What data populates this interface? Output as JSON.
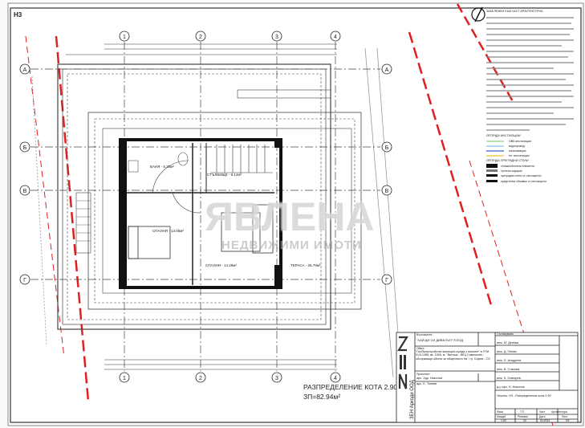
{
  "sheet_code": "Н3",
  "axes": {
    "columns": [
      "1",
      "2",
      "3",
      "4"
    ],
    "rows": [
      "А",
      "Б",
      "В",
      "Г"
    ]
  },
  "rooms": [
    {
      "label": "БАНЯ - 5.30м²"
    },
    {
      "label": "СТЪЛБИЩЕ - 6.14м²"
    },
    {
      "label": "СПАЛНЯ - 13.05м²"
    },
    {
      "label": "СПАЛНЯ - 14.29м²"
    },
    {
      "label": "ТЕРАСА - 26.79м²"
    }
  ],
  "drawing_title": {
    "line1": "РАЗПРЕДЕЛЕНИЕ КОТА 2.90,",
    "line2": "ЗП=82.94м²"
  },
  "watermark": {
    "line1": "ЯВЛЕНА",
    "line2": "НЕДВИЖИМИ ИМОТИ"
  },
  "notes": {
    "heading": "ЗАБЕЛЕЖКИ КЪМ ЧАСТ АРХИТЕКТУРНА",
    "legend_install_heading": "ЛЕГЕНДА ИНСТАЛАЦИИ",
    "legend_install": [
      {
        "label": "ОВК инсталации",
        "color": "#9fd89a"
      },
      {
        "label": "водопровод",
        "color": "#8fd0f0"
      },
      {
        "label": "канализация",
        "color": "#5a7ad8"
      },
      {
        "label": "ел. инсталации",
        "color": "#f0c850"
      }
    ],
    "legend_walls_heading": "ЛЕГЕНДА ПРЕГРАДНИ СТЕНИ",
    "legend_walls": [
      {
        "label": "стоманобетонни елементи"
      },
      {
        "label": "тухлена зидария"
      },
      {
        "label": "преградни стени от гипсокартон"
      },
      {
        "label": "предстенни обшивки от гипсокартон"
      }
    ]
  },
  "title_block": {
    "logo": "ZEN",
    "logo_subtitle": "ЗЕН Аркоди ООД",
    "contractor_label": "Възложител:",
    "contractor": "\"ХАЙ ДИ СИ ДИВЕЛЪП\" ЕООД",
    "object_label": "Обект:",
    "object": "\"Газ/Преустройство жилищна сграда с мезонет\" в УПИ XVII-1488, кв. 126А, м. \"Витоша - ВЕЦ Симеоново - обслужващи обекти за обществото Ня\", гр. София - СО",
    "designer_label": "Проектант:",
    "designers": [
      "арх. Здр. Николов",
      "арх. Е. Тонева"
    ],
    "approvals_label": "Съгласувани:",
    "approvals": [
      "инж. М. Денева",
      "инж. Д. Пеева",
      "инж. Л. Атадреев",
      "инж. В. Стасова",
      "инж. К. Златарев",
      "д-р арх. Н. Николов"
    ],
    "sheet_name": "Чертеж: Н3 - Разпределение кота 2.90",
    "phase_label": "Фаза",
    "phase": "Т.П.",
    "part_label": "Част",
    "part": "Архитектура",
    "scale_label": "Мащаб",
    "scale": "1:50",
    "revision_label": "Ревизия",
    "revision": "00",
    "date_label": "Дата",
    "date": "01/2024",
    "sheet_label": "Лист",
    "sheet": "Н3"
  }
}
